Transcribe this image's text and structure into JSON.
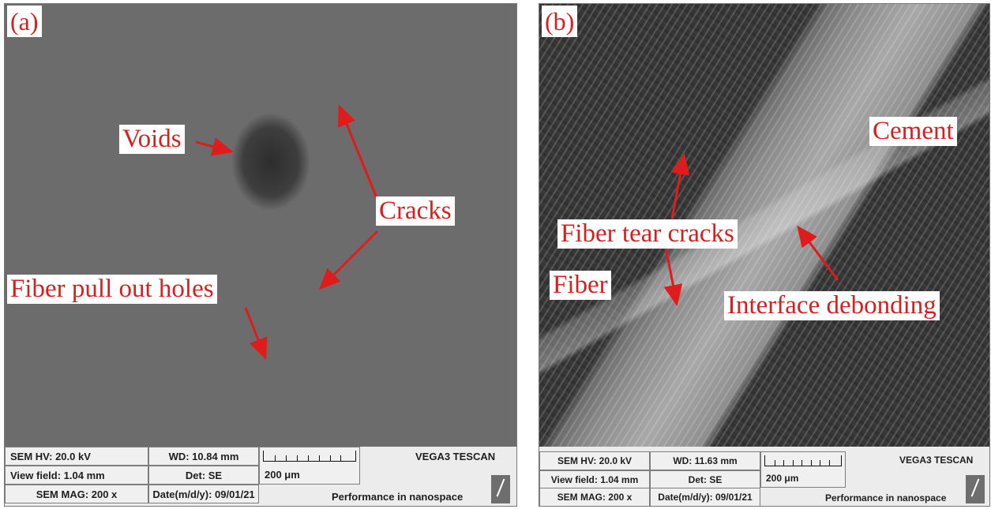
{
  "panels": {
    "a": {
      "label": "(a)",
      "annotations": {
        "voids": "Voids",
        "cracks": "Cracks",
        "fiber_holes": "Fiber pull out holes"
      },
      "databar": {
        "hv": "SEM HV: 20.0 kV",
        "wd": "WD: 10.84 mm",
        "brand": "VEGA3 TESCAN",
        "view_field": "View field: 1.04 mm",
        "det": "Det: SE",
        "scale": "200 μm",
        "mag": "SEM MAG: 200 x",
        "date": "Date(m/d/y): 09/01/21",
        "slogan": "Performance in nanospace"
      }
    },
    "b": {
      "label": "(b)",
      "annotations": {
        "cement": "Cement",
        "fiber_tear": "Fiber tear cracks",
        "fiber": "Fiber",
        "interface": "Interface debonding"
      },
      "databar": {
        "hv": "SEM HV: 20.0 kV",
        "wd": "WD: 11.63 mm",
        "brand": "VEGA3 TESCAN",
        "view_field": "View field: 1.04 mm",
        "det": "Det: SE",
        "scale": "200 μm",
        "mag": "SEM MAG: 200 x",
        "date": "Date(m/d/y): 09/01/21",
        "slogan": "Performance in nanospace"
      }
    }
  },
  "colors": {
    "annotation_text": "#d42020",
    "arrow": "#e01b1b"
  }
}
